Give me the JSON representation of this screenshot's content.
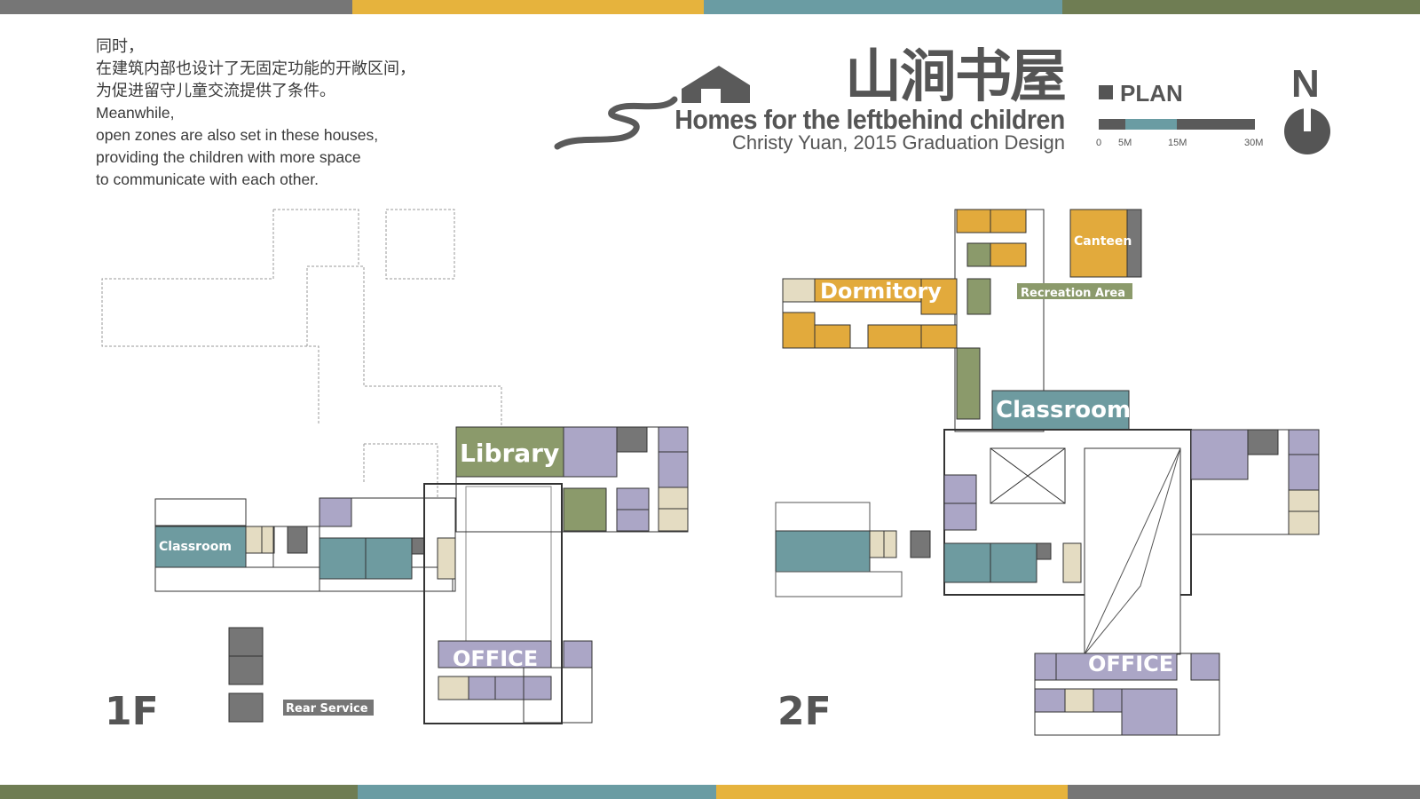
{
  "colors": {
    "gray": "#767676",
    "yellow": "#e6b33d",
    "teal": "#6a9ca3",
    "olive": "#6f7d53",
    "library_green": "#8b9a6b",
    "office_purple": "#aba6c6",
    "beige": "#e4dcc2",
    "dark": "#5a5a5a",
    "classroom_teal": "#6e9ba0",
    "dorm_orange": "#e2aa3c"
  },
  "intro": {
    "zh_line1": "同时，",
    "zh_line2": "在建筑内部也设计了无固定功能的开敞区间，",
    "zh_line3": "为促进留守儿童交流提供了条件。",
    "en_line1": "Meanwhile,",
    "en_line2": "open zones are also set in these houses,",
    "en_line3": "providing the children with more space",
    "en_line4": "to communicate with each other."
  },
  "title": {
    "cn": "山涧书屋",
    "en": "Homes for the leftbehind children",
    "sub": "Christy Yuan, 2015 Graduation Design"
  },
  "plan": {
    "label": "PLAN",
    "scale": [
      "0",
      "5M",
      "15M",
      "30M"
    ],
    "north": "N"
  },
  "floor1": {
    "label": "1F",
    "rooms": {
      "library": "Library",
      "classroom": "Classroom",
      "office": "OFFICE",
      "rear_service": "Rear Service"
    }
  },
  "floor2": {
    "label": "2F",
    "rooms": {
      "dormitory": "Dormitory",
      "canteen": "Canteen",
      "recreation": "Recreation Area",
      "classroom": "Classroom",
      "office": "OFFICE"
    }
  }
}
